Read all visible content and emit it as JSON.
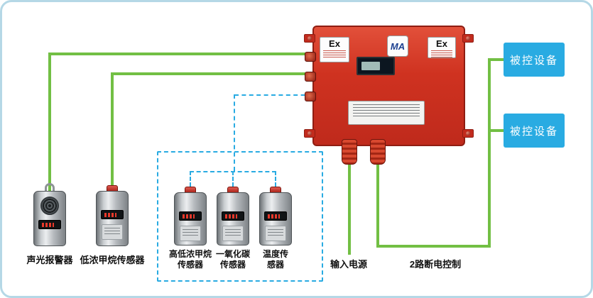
{
  "control_box": {
    "ex_left": "Ex",
    "ma": "MA",
    "ex_right": "Ex"
  },
  "controlled_devices": [
    {
      "label": "被控设备"
    },
    {
      "label": "被控设备"
    }
  ],
  "devices": {
    "alarm": {
      "label": "声光报警器"
    },
    "low_methane_sensor": {
      "label": "低浓甲烷传感器"
    },
    "high_low_methane_sensor": {
      "line1": "高低浓甲烷",
      "line2": "传感器"
    },
    "co_sensor": {
      "line1": "一氧化碳",
      "line2": "传感器"
    },
    "temp_sensor": {
      "line1": "温度传",
      "line2": "感器"
    }
  },
  "connections": {
    "power_input": "输入电源",
    "power_cut_control": "2路断电控制"
  },
  "colors": {
    "wire_green": "#72bf44",
    "wire_blue_dashed": "#29abe2",
    "control_box_red": "#cf3220",
    "device_box_blue": "#29abe2",
    "frame_border": "#b5d8e6"
  }
}
